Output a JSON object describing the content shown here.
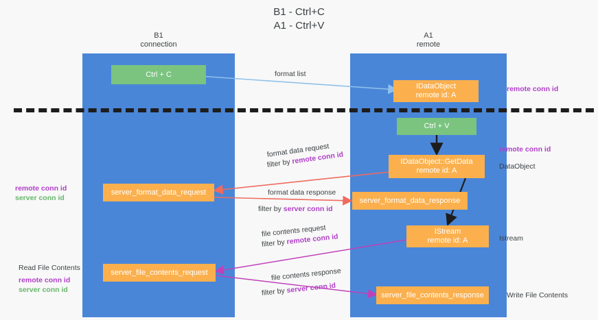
{
  "title": "B1 - Ctrl+C\nA1 - Ctrl+V",
  "colors": {
    "background": "#f8f8f8",
    "lane": "#4a86d8",
    "node_green": "#7ac47f",
    "node_orange": "#fbb04d",
    "accent_purple": "#b040c8",
    "accent_green": "#67b76c",
    "separator": "#1d1d1d",
    "arrow_blue": "#90c1ea",
    "arrow_red": "#ef6b5e",
    "arrow_black": "#1d1d1d",
    "arrow_magenta": "#c040b8"
  },
  "lanes": [
    {
      "id": "b1",
      "title": "B1\nconnection"
    },
    {
      "id": "a1",
      "title": "A1\nremote"
    }
  ],
  "nodes": [
    {
      "id": "ctrl-c",
      "label": "Ctrl + C",
      "style": "green"
    },
    {
      "id": "idataobject",
      "label": "IDataObject\nremote id: A",
      "style": "orange"
    },
    {
      "id": "ctrl-v",
      "label": "Ctrl + V",
      "style": "green"
    },
    {
      "id": "idataobject-getdata",
      "label": "IDataObject::GetData\nremote id: A",
      "style": "orange"
    },
    {
      "id": "server-format-data-request",
      "label": "server_format_data_request",
      "style": "orange"
    },
    {
      "id": "server-format-data-response",
      "label": "server_format_data_response",
      "style": "orange"
    },
    {
      "id": "istream",
      "label": "IStream\nremote id: A",
      "style": "orange"
    },
    {
      "id": "server-file-contents-request",
      "label": "server_file_contents_request",
      "style": "orange"
    },
    {
      "id": "server-file-contents-response",
      "label": "server_file_contents_response",
      "style": "orange"
    }
  ],
  "edge_labels": {
    "format_list": "format list",
    "format_data_request": "format data request",
    "format_data_request_filter_prefix": "filter by ",
    "format_data_request_filter_key": "remote conn id",
    "format_data_response": "format data response",
    "format_data_response_filter_prefix": "filter by ",
    "format_data_response_filter_key": "server conn id",
    "file_contents_request": "file contents request",
    "file_contents_request_filter_prefix": "filter by ",
    "file_contents_request_filter_key": "remote conn id",
    "file_contents_response": "file contents response",
    "file_contents_response_filter_prefix": "filter by ",
    "file_contents_response_filter_key": "server conn id"
  },
  "annotations": {
    "right_remote_conn_id_top": "remote conn id",
    "right_remote_conn_id_mid": "remote conn id",
    "right_dataobject": "DataObject",
    "right_istream": "Istream",
    "right_write_file_contents": "Write File Contents",
    "left_read_file_contents": "Read File Contents",
    "left_remote_conn_id_mid": "remote conn id",
    "left_server_conn_id_mid": "server conn id",
    "left_remote_conn_id_bottom": "remote conn id",
    "left_server_conn_id_bottom": "server conn id"
  }
}
